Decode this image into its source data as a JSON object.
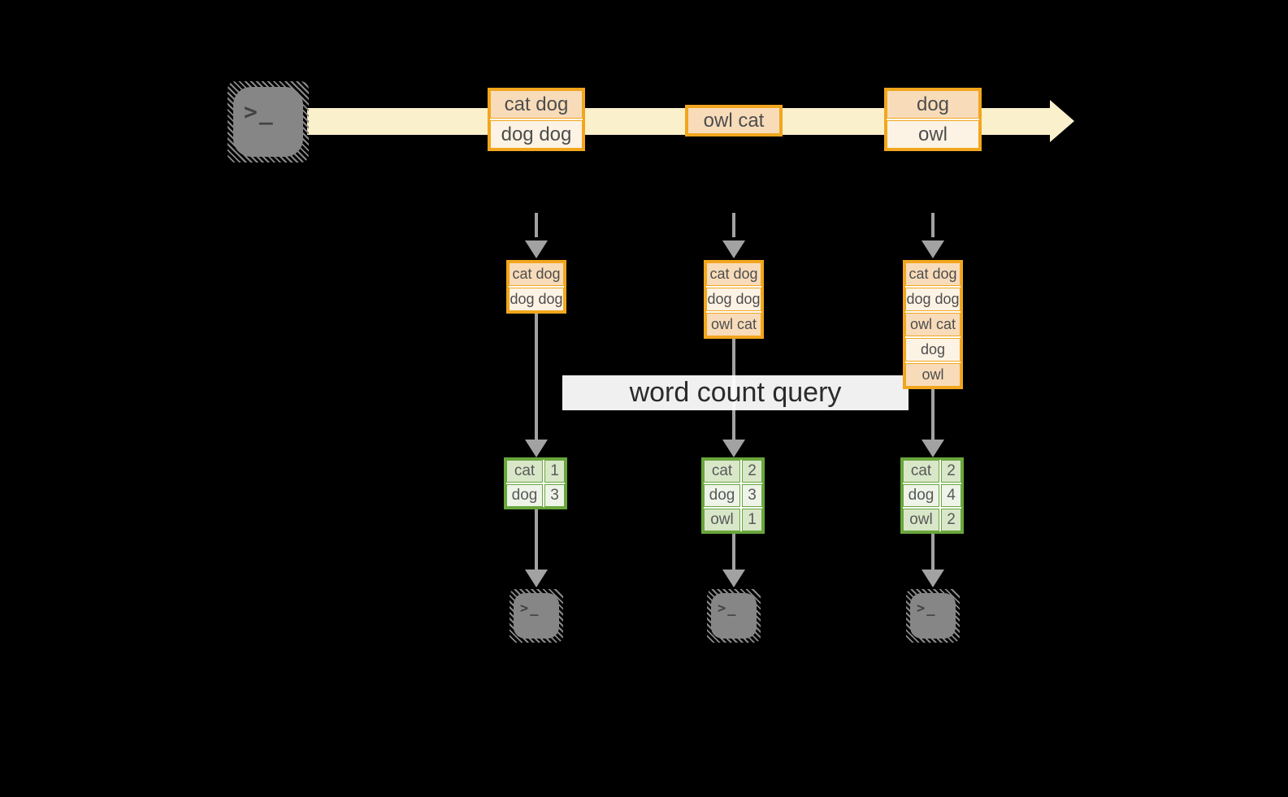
{
  "query_label": "word count query",
  "terminal_glyph": ">_",
  "colors": {
    "background": "#000000",
    "stream_band": "#fbf0cc",
    "record_border": "#f2a61d",
    "record_fill_dark": "#f8dcba",
    "record_fill_light": "#fdf3e4",
    "table_border": "#69a73c",
    "table_fill_dark": "#d9e7c9",
    "table_fill_light": "#eef4e8",
    "arrow_gray": "#a2a2a2",
    "terminal_gray": "#868686"
  },
  "stream_records": [
    {
      "rows": [
        "cat dog",
        "dog dog"
      ]
    },
    {
      "rows": [
        "owl cat"
      ]
    },
    {
      "rows": [
        "dog",
        "owl"
      ]
    }
  ],
  "columns": [
    {
      "state": [
        "cat dog",
        "dog dog"
      ],
      "result": [
        {
          "word": "cat",
          "count": "1"
        },
        {
          "word": "dog",
          "count": "3"
        }
      ]
    },
    {
      "state": [
        "cat dog",
        "dog dog",
        "owl cat"
      ],
      "result": [
        {
          "word": "cat",
          "count": "2"
        },
        {
          "word": "dog",
          "count": "3"
        },
        {
          "word": "owl",
          "count": "1"
        }
      ]
    },
    {
      "state": [
        "cat dog",
        "dog dog",
        "owl cat",
        "dog",
        "owl"
      ],
      "result": [
        {
          "word": "cat",
          "count": "2"
        },
        {
          "word": "dog",
          "count": "4"
        },
        {
          "word": "owl",
          "count": "2"
        }
      ]
    }
  ]
}
